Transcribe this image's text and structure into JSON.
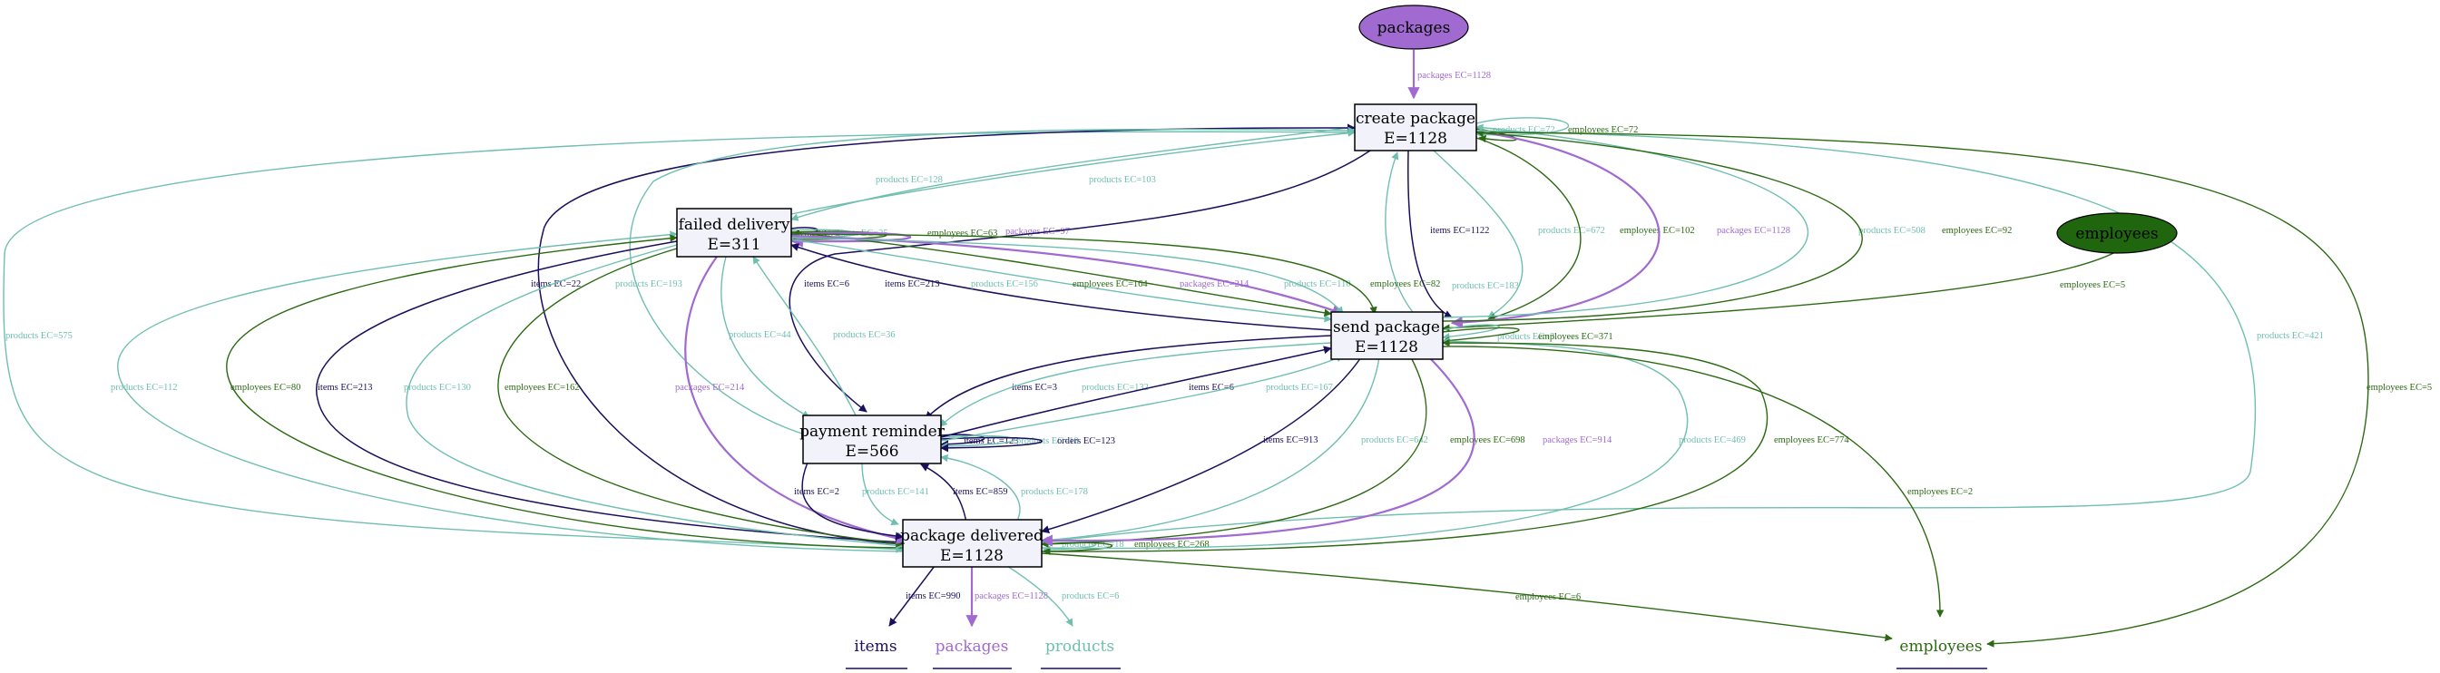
{
  "colors": {
    "items": "#1a0f5c",
    "packages": "#a06ad0",
    "products": "#6fbfb0",
    "employees": "#2b6a12",
    "node_fill": "#f2f2fa",
    "node_stroke": "#000000"
  },
  "sources": {
    "packages": {
      "label": "packages",
      "fill": "#a06ad0"
    },
    "employees": {
      "label": "employees",
      "fill": "#20660e"
    }
  },
  "activities": {
    "create_package": {
      "title": "create package",
      "count": "E=1128"
    },
    "failed_delivery": {
      "title": "failed delivery",
      "count": "E=311"
    },
    "send_package": {
      "title": "send package",
      "count": "E=1128"
    },
    "payment_reminder": {
      "title": "payment reminder",
      "count": "E=566"
    },
    "package_delivered": {
      "title": "package delivered",
      "count": "E=1128"
    }
  },
  "sinks": {
    "items": "items",
    "packages": "packages",
    "products": "products",
    "employees": "employees"
  },
  "edges": [
    {
      "id": "src-pk-create",
      "type": "packages",
      "label": "packages EC=1128"
    },
    {
      "id": "src-emp-send",
      "type": "employees",
      "label": "employees EC=5"
    },
    {
      "id": "create-self-prod",
      "type": "products",
      "label": "products EC=72"
    },
    {
      "id": "create-self-emp",
      "type": "employees",
      "label": "employees EC=72"
    },
    {
      "id": "failed-self-items",
      "type": "items",
      "label": "items EC=8"
    },
    {
      "id": "failed-self-prod",
      "type": "products",
      "label": "products EC=25"
    },
    {
      "id": "failed-self-emp",
      "type": "employees",
      "label": "employees EC=63"
    },
    {
      "id": "failed-self-pk",
      "type": "packages",
      "label": "packages EC=97"
    },
    {
      "id": "send-self-prod",
      "type": "products",
      "label": "products EC=3"
    },
    {
      "id": "send-self-emp",
      "type": "employees",
      "label": "employees EC=371"
    },
    {
      "id": "pay-self-items",
      "type": "items",
      "label": "items EC=123"
    },
    {
      "id": "pay-self-prod",
      "type": "products",
      "label": "products EC=18"
    },
    {
      "id": "pay-self-orders",
      "type": "items",
      "label": "orders EC=123"
    },
    {
      "id": "deliv-self-prod",
      "type": "products",
      "label": "products EC=18"
    },
    {
      "id": "deliv-self-emp",
      "type": "employees",
      "label": "employees EC=268"
    },
    {
      "id": "create-failed-128",
      "type": "products",
      "label": "products EC=128"
    },
    {
      "id": "failed-create-103",
      "type": "products",
      "label": "products EC=103"
    },
    {
      "id": "create-send-items",
      "type": "items",
      "label": "items EC=1122"
    },
    {
      "id": "create-send-672",
      "type": "products",
      "label": "products EC=672"
    },
    {
      "id": "create-send-emp102",
      "type": "employees",
      "label": "employees EC=102"
    },
    {
      "id": "create-send-pk",
      "type": "packages",
      "label": "packages EC=1128"
    },
    {
      "id": "send-create-508",
      "type": "products",
      "label": "products EC=508"
    },
    {
      "id": "send-create-emp92",
      "type": "employees",
      "label": "employees EC=92"
    },
    {
      "id": "create-deliv-421",
      "type": "products",
      "label": "products EC=421"
    },
    {
      "id": "create-emp-sink",
      "type": "employees",
      "label": "employees EC=5"
    },
    {
      "id": "create-deliv-575",
      "type": "products",
      "label": "products EC=575"
    },
    {
      "id": "deliv-create-items22",
      "type": "items",
      "label": "items EC=22"
    },
    {
      "id": "pay-create-193",
      "type": "products",
      "label": "products EC=193"
    },
    {
      "id": "create-pay-items6",
      "type": "items",
      "label": "items EC=6"
    },
    {
      "id": "send-failed-items213",
      "type": "items",
      "label": "items EC=213"
    },
    {
      "id": "failed-send-156",
      "type": "products",
      "label": "products EC=156"
    },
    {
      "id": "failed-send-emp164",
      "type": "employees",
      "label": "employees EC=164"
    },
    {
      "id": "failed-send-pk214",
      "type": "packages",
      "label": "packages EC=214"
    },
    {
      "id": "failed-send-110",
      "type": "products",
      "label": "products EC=110"
    },
    {
      "id": "failed-send-emp82",
      "type": "employees",
      "label": "employees EC=82"
    },
    {
      "id": "send-create-183",
      "type": "products",
      "label": "products EC=183"
    },
    {
      "id": "failed-pay-44",
      "type": "products",
      "label": "products EC=44"
    },
    {
      "id": "pay-failed-36",
      "type": "products",
      "label": "products EC=36"
    },
    {
      "id": "deliv-failed-112",
      "type": "products",
      "label": "products EC=112"
    },
    {
      "id": "deliv-failed-emp80",
      "type": "employees",
      "label": "employees EC=80"
    },
    {
      "id": "failed-deliv-items213",
      "type": "items",
      "label": "items EC=213"
    },
    {
      "id": "failed-deliv-130",
      "type": "products",
      "label": "products EC=130"
    },
    {
      "id": "failed-deliv-emp162",
      "type": "employees",
      "label": "employees EC=162"
    },
    {
      "id": "failed-deliv-pk214",
      "type": "packages",
      "label": "packages EC=214"
    },
    {
      "id": "send-pay-items3",
      "type": "items",
      "label": "items EC=3"
    },
    {
      "id": "send-pay-132",
      "type": "products",
      "label": "products EC=132"
    },
    {
      "id": "pay-send-items6",
      "type": "items",
      "label": "items EC=6"
    },
    {
      "id": "pay-send-167",
      "type": "products",
      "label": "products EC=167"
    },
    {
      "id": "send-deliv-items913",
      "type": "items",
      "label": "items EC=913"
    },
    {
      "id": "send-deliv-642",
      "type": "products",
      "label": "products EC=642"
    },
    {
      "id": "send-deliv-emp698",
      "type": "employees",
      "label": "employees EC=698"
    },
    {
      "id": "send-deliv-pk914",
      "type": "packages",
      "label": "packages EC=914"
    },
    {
      "id": "deliv-send-469",
      "type": "products",
      "label": "products EC=469"
    },
    {
      "id": "deliv-send-emp774",
      "type": "employees",
      "label": "employees EC=774"
    },
    {
      "id": "send-emp-sink",
      "type": "employees",
      "label": "employees EC=2"
    },
    {
      "id": "pay-deliv-items2",
      "type": "items",
      "label": "items EC=2"
    },
    {
      "id": "pay-deliv-141",
      "type": "products",
      "label": "products EC=141"
    },
    {
      "id": "deliv-pay-items859",
      "type": "items",
      "label": "items EC=859"
    },
    {
      "id": "deliv-pay-178",
      "type": "products",
      "label": "products EC=178"
    },
    {
      "id": "deliv-items-sink",
      "type": "items",
      "label": "items EC=990"
    },
    {
      "id": "deliv-pk-sink",
      "type": "packages",
      "label": "packages EC=1128"
    },
    {
      "id": "deliv-prod-sink",
      "type": "products",
      "label": "products EC=6"
    },
    {
      "id": "deliv-emp-sink",
      "type": "employees",
      "label": "employees EC=6"
    }
  ]
}
